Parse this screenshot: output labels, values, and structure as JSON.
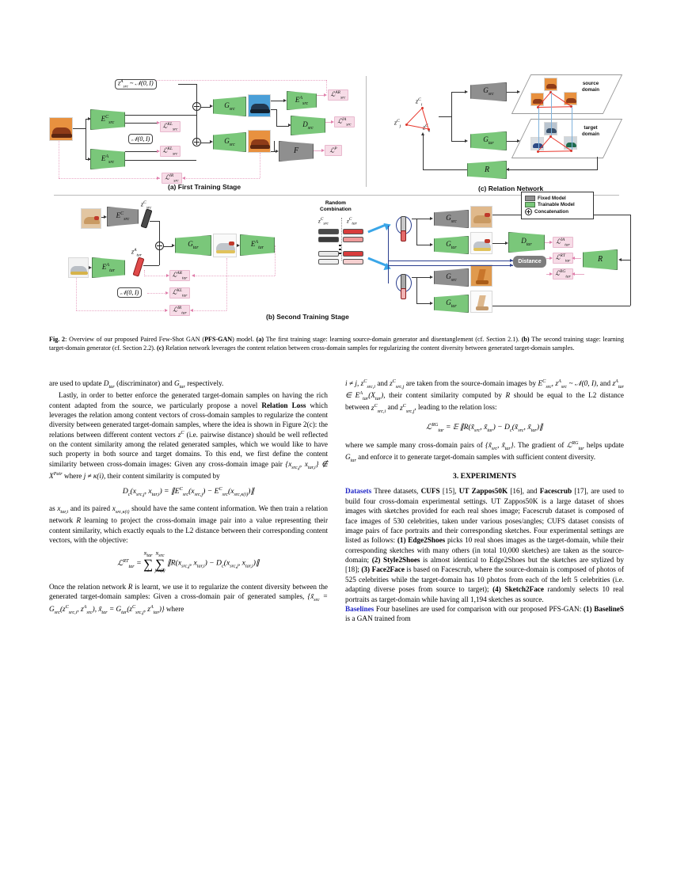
{
  "figure": {
    "panel_a": {
      "caption": "(a) First Training Stage",
      "blocks": [
        {
          "name": "encoder-content-src",
          "label": "E",
          "sup": "C",
          "sub": "src",
          "type": "trainable"
        },
        {
          "name": "encoder-appearance-src",
          "label": "E",
          "sup": "A",
          "sub": "src",
          "type": "trainable"
        },
        {
          "name": "generator-src-top",
          "label": "G",
          "sub": "src",
          "type": "trainable"
        },
        {
          "name": "generator-src-bottom",
          "label": "G",
          "sub": "src",
          "type": "trainable"
        },
        {
          "name": "encoder-appearance-src-out",
          "label": "E",
          "sup": "A",
          "sub": "src",
          "type": "trainable"
        },
        {
          "name": "discriminator-src",
          "label": "D",
          "sub": "src",
          "type": "trainable"
        },
        {
          "name": "feature-extractor",
          "label": "F",
          "type": "fixed"
        }
      ],
      "noise_top": "z",
      "noise_top_sup": "A",
      "noise_top_sub": "src",
      "noise_top_dist": "~ N(0, I)",
      "prior_box": "N(0, I)",
      "losses": [
        {
          "name": "loss-kl-src-1",
          "sym": "L",
          "sup": "KL",
          "sub": "src"
        },
        {
          "name": "loss-kl-src-2",
          "sym": "L",
          "sup": "KL",
          "sub": "src"
        },
        {
          "name": "loss-ir-src",
          "sym": "L",
          "sup": "IR",
          "sub": "src"
        },
        {
          "name": "loss-ar-src",
          "sym": "L",
          "sup": "AR",
          "sub": "src"
        },
        {
          "name": "loss-ia-src",
          "sym": "L",
          "sup": "IA",
          "sub": "src"
        },
        {
          "name": "loss-perceptual",
          "sym": "L",
          "sup": "P",
          "sub": ""
        }
      ]
    },
    "panel_b": {
      "caption": "(b) Second Training Stage",
      "random_combination_title": "Random\nCombination",
      "rc_label_c": "z",
      "rc_label_c_sup": "C",
      "rc_label_c_sub": "src",
      "rc_label_a": "z",
      "rc_label_a_sup": "A",
      "rc_label_a_sub": "tar",
      "distance_label": "Distance",
      "blocks": [
        {
          "name": "encoder-content-src-b",
          "label": "E",
          "sup": "C",
          "sub": "src",
          "type": "fixed"
        },
        {
          "name": "encoder-appearance-tar",
          "label": "E",
          "sup": "A",
          "sub": "tar",
          "type": "trainable"
        },
        {
          "name": "generator-tar-main",
          "label": "G",
          "sub": "tar",
          "type": "trainable"
        },
        {
          "name": "encoder-appearance-tar-out",
          "label": "E",
          "sup": "A",
          "sub": "tar",
          "type": "trainable"
        },
        {
          "name": "generator-src-b1",
          "label": "G",
          "sub": "src",
          "type": "fixed"
        },
        {
          "name": "generator-tar-b1",
          "label": "G",
          "sub": "tar",
          "type": "trainable"
        },
        {
          "name": "generator-src-b2",
          "label": "G",
          "sub": "src",
          "type": "fixed"
        },
        {
          "name": "generator-tar-b2",
          "label": "G",
          "sub": "tar",
          "type": "trainable"
        },
        {
          "name": "discriminator-tar",
          "label": "D",
          "sub": "tar",
          "type": "trainable"
        },
        {
          "name": "relation-network-b",
          "label": "R",
          "type": "trainable"
        }
      ],
      "z_src_c": "z",
      "z_src_c_sup": "C",
      "z_src_c_sub": "src",
      "z_tar_a": "z",
      "z_tar_a_sup": "A",
      "z_tar_a_sub": "tar",
      "prior_box": "N(0, I)",
      "losses": [
        {
          "name": "loss-ar-tar",
          "sym": "L",
          "sup": "AR",
          "sub": "tar"
        },
        {
          "name": "loss-kl-tar",
          "sym": "L",
          "sup": "KL",
          "sub": "tar"
        },
        {
          "name": "loss-ir-tar",
          "sym": "L",
          "sup": "IR",
          "sub": "tar"
        },
        {
          "name": "loss-ia-tar",
          "sym": "L",
          "sup": "IA",
          "sub": "tar"
        },
        {
          "name": "loss-rt-tar",
          "sym": "L",
          "sup": "RT",
          "sub": "tar"
        },
        {
          "name": "loss-rg-tar",
          "sym": "L",
          "sup": "RG",
          "sub": "tar"
        }
      ]
    },
    "panel_c": {
      "caption": "(c) Relation Network",
      "source_domain_label": "source\ndomain",
      "target_domain_label": "target\ndomain",
      "blocks": [
        {
          "name": "generator-src-c",
          "label": "G",
          "sub": "src",
          "type": "fixed"
        },
        {
          "name": "generator-tar-c",
          "label": "G",
          "sub": "tar",
          "type": "trainable"
        },
        {
          "name": "relation-network-c",
          "label": "R",
          "type": "trainable"
        }
      ],
      "nodes": [
        {
          "label": "z",
          "sup": "C",
          "sub": "i"
        },
        {
          "label": "z",
          "sup": "C",
          "sub": "j"
        },
        {
          "label": "z",
          "sup": "C",
          "sub": "k"
        }
      ]
    },
    "legend": {
      "items": [
        {
          "name": "legend-fixed-model",
          "label": "Fixed Model",
          "color": "#8f8f8f"
        },
        {
          "name": "legend-trainable-model",
          "label": "Trainable Model",
          "color": "#7ac77a"
        },
        {
          "name": "legend-concatenation",
          "label": "Concatenation",
          "icon": "plus-circle-icon"
        }
      ]
    },
    "colors": {
      "trainable": "#7ac77a",
      "fixed": "#8f8f8f",
      "loss_box": "#f7dce7",
      "loss_arrow": "#e9a9c6",
      "blue_flow": "#2b3f8f",
      "relation_edge": "#e8372c"
    }
  },
  "caption": {
    "fig_label": "Fig. 2",
    "text_1": ": Overview of our proposed Paired Few-Shot GAN (",
    "bold_1": "PFS-GAN",
    "text_2": ") model. ",
    "bold_a": "(a)",
    "text_a": " The first training stage: learning source-domain generator and disentanglement (cf. Section 2.1). ",
    "bold_b": "(b)",
    "text_b": " The second training stage: learning target-domain generator (cf. Section 2.2). ",
    "bold_c": "(c)",
    "text_c": " Relation network leverages the content relation between cross-domain samples for regularizing the content diversity between generated target-domain samples."
  },
  "left_column": {
    "p1": "are used to update D_tar (discriminator) and G_tar respectively.",
    "p1_pre": "are used to update ",
    "p1_mid": " (discriminator) and ",
    "p1_post": " respectively.",
    "p2_a": "Lastly, in order to better enforce the generated target-domain samples on having the rich content adapted from the source, we particularly propose a novel ",
    "p2_bold": "Relation Loss",
    "p2_b": " which leverages the relation among content vectors of cross-domain samples to regularize the content diversity between generated target-domain samples, where the idea is shown in Figure 2(c): the relations between different content vectors ",
    "p2_c": " (i.e. pairwise distance) should be well reflected on the content similarity among the related generated samples, which we would like to have such property in both source and target domains. To this end, we first define the content similarity between cross-domain images: Given any cross-domain image pair ",
    "p2_d": " where ",
    "p2_e": ", their content similarity is computed by",
    "eq1": "D_c(x_src,j , x_tar,i) = || E^C_src(x_src,j) − E^C_src(x_src,κ(i)) ||",
    "p3_a": "as ",
    "p3_b": " and its paired ",
    "p3_c": " should have the same content information. We then train a relation network ",
    "p3_d": " learning to project the cross-domain image pair into a value representing their content similarity, which exactly equals to the L2 distance between their corresponding content vectors, with the objective:",
    "eq2": "L^RT_tar = Σ_i^{N_tar} Σ_{j≠κ(i)}^{N_src} || R(x_src,j , x_tar,i) − D_c(x_src,j , x_tar,i) ||",
    "p4_a": "Once the relation network ",
    "p4_b": " is learnt, we use it to regularize the content diversity between the generated target-domain samples: Given a cross-domain pair of generated samples, ",
    "p4_c": " where"
  },
  "right_column": {
    "p1_a": ", ",
    "p1_b": " and ",
    "p1_c": " are taken from the source-domain images by ",
    "p1_d": ", ",
    "p1_e": ", and ",
    "p1_f": ", their content similarity computed by ",
    "p1_g": " should be equal to the L2 distance between ",
    "p1_h": " and ",
    "p1_i": ", leading to the relation loss:",
    "eq3": "L^RG_tar = E || R(x̃_src , x̃_tar) − D_c(x̃_src , x̃_tar) ||",
    "p2_a": "where we sample many cross-domain pairs of ",
    "p2_b": ". The gradient of ",
    "p2_c": " helps update ",
    "p2_d": " and enforce it to generate target-domain samples with sufficient content diversity.",
    "section_title": "3.  EXPERIMENTS",
    "datasets_head": "Datasets",
    "datasets_body_1": "  Three datasets, ",
    "cufs": "CUFS",
    "ref15": " [15], ",
    "utz": "UT Zappos50K",
    "ref16": " [16], and ",
    "facescrub": "Facescrub",
    "ref17": " [17], are used to build four cross-domain experimental settings. UT Zappos50K is a large dataset of shoes images with sketches provided for each real shoes image; Facescrub dataset is composed of face images of 530 celebrities, taken under various poses/angles; CUFS dataset consists of image pairs of face portraits and their corresponding sketches. Four experimental settings are listed as follows: ",
    "item1_num": "(1)",
    "item1_name": "Edge2Shoes",
    "item1_body": " picks 10 real shoes images as the target-domain, while their corresponding sketches with many others (in total 10,000 sketches) are taken as the source-domain; ",
    "item2_num": "(2)",
    "item2_name": "Style2Shoes",
    "item2_body": " is almost identical to Edge2Shoes but the sketches are stylized by [18]; ",
    "item3_num": "(3)",
    "item3_name": "Face2Face",
    "item3_body": " is based on Facescrub, where the source-domain is composed of photos of 525 celebrities while the target-domain has 10 photos from each of the left 5 celebrities (i.e. adapting diverse poses from source to target); ",
    "item4_num": "(4)",
    "item4_name": "Sketch2Face",
    "item4_body": " randomly selects 10 real portraits as target-domain while having all 1,194 sketches as source.",
    "baselines_head": "Baselines",
    "baselines_body_1": " Four baselines are used for comparison with our proposed PFS-GAN: ",
    "b1_num": "(1)",
    "b1_name": "BaselineS",
    "b1_body": " is a GAN trained from"
  }
}
